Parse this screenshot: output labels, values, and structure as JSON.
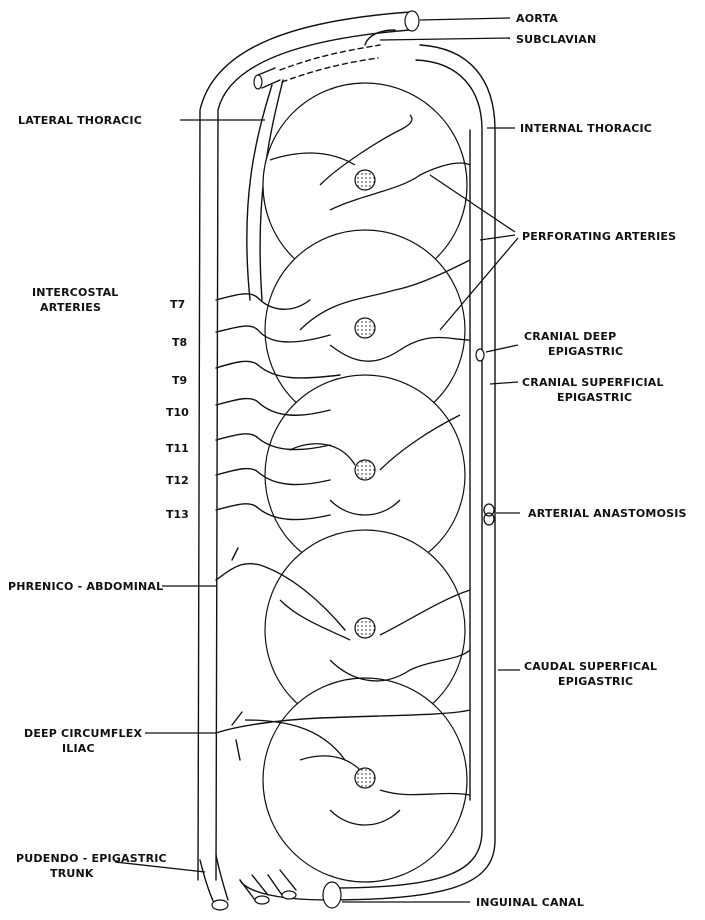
{
  "labels": {
    "aorta": "AORTA",
    "subclavian": "SUBCLAVIAN",
    "lateral_thoracic": "LATERAL THORACIC",
    "internal_thoracic": "INTERNAL THORACIC",
    "perforating_arteries": "PERFORATING ARTERIES",
    "intercostal_arteries_line1": "INTERCOSTAL",
    "intercostal_arteries_line2": "ARTERIES",
    "cranial_deep_epigastric_line1": "CRANIAL DEEP",
    "cranial_deep_epigastric_line2": "EPIGASTRIC",
    "cranial_superficial_epigastric_line1": "CRANIAL SUPERFICIAL",
    "cranial_superficial_epigastric_line2": "EPIGASTRIC",
    "arterial_anastomosis": "ARTERIAL ANASTOMOSIS",
    "phrenico_abdominal": "PHRENICO - ABDOMINAL",
    "caudal_superficial_epigastric_line1": "CAUDAL SUPERFICAL",
    "caudal_superficial_epigastric_line2": "EPIGASTRIC",
    "deep_circumflex_iliac_line1": "DEEP CIRCUMFLEX",
    "deep_circumflex_iliac_line2": "ILIAC",
    "pudendo_epigastric_line1": "PUDENDO - EPIGASTRIC",
    "pudendo_epigastric_line2": "TRUNK",
    "inguinal_canal": "INGUINAL CANAL"
  },
  "vertebrae": [
    "T7",
    "T8",
    "T9",
    "T10",
    "T11",
    "T12",
    "T13"
  ],
  "mammary_glands": [
    "gland-1",
    "gland-2",
    "gland-3",
    "gland-4",
    "gland-5"
  ],
  "colors": {
    "ink": "#111111",
    "paper": "#ffffff"
  }
}
